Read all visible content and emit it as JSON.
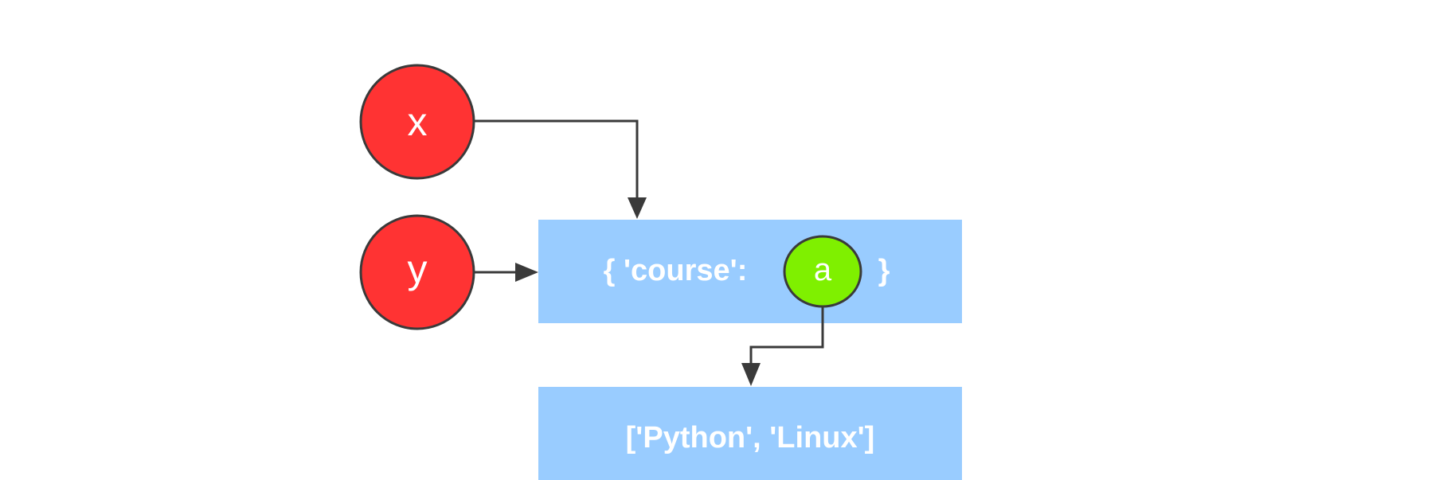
{
  "nodes": {
    "x": {
      "label": "x",
      "color": "#ff3333"
    },
    "y": {
      "label": "y",
      "color": "#ff3333"
    },
    "a": {
      "label": "a",
      "color": "#7ff000"
    }
  },
  "boxes": {
    "dict": {
      "prefix": "{ 'course':",
      "suffix": "}",
      "color": "#99ccff"
    },
    "list": {
      "text": "['Python', 'Linux']",
      "color": "#99ccff"
    }
  },
  "colors": {
    "stroke": "#3a3a3a",
    "text": "#ffffff"
  }
}
